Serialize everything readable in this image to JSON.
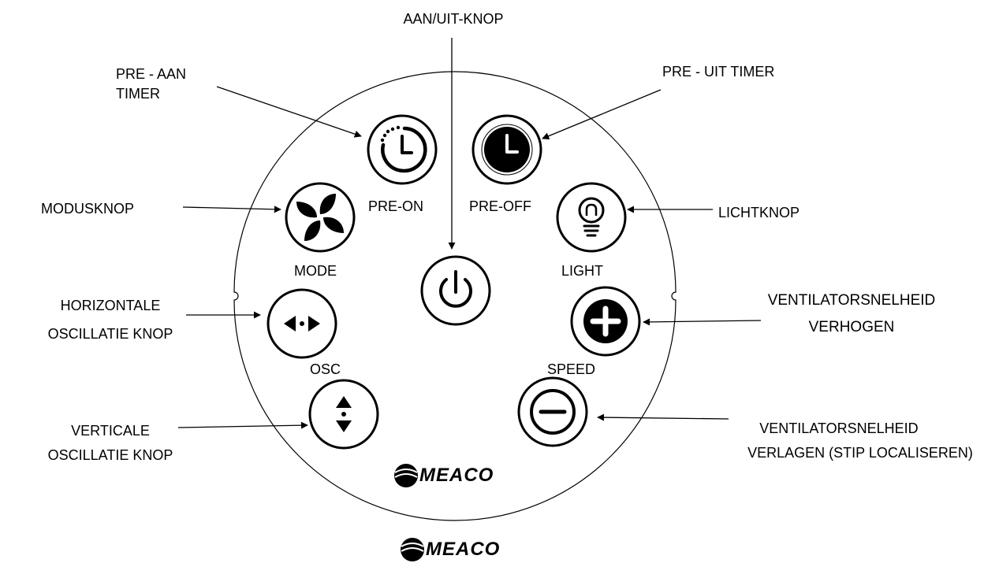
{
  "callouts": {
    "power": "AAN/UIT-KNOP",
    "pre_on": [
      "PRE - AAN",
      "TIMER"
    ],
    "pre_off": "PRE - UIT TIMER",
    "mode": "MODUSKNOP",
    "light": "LICHTKNOP",
    "horizontal_osc": [
      "HORIZONTALE",
      "OSCILLATIE KNOP"
    ],
    "speed_up": [
      "VENTILATORSNELHEID",
      "VERHOGEN"
    ],
    "vertical_osc": [
      "VERTICALE",
      "OSCILLATIE KNOP"
    ],
    "speed_down": [
      "VENTILATORSNELHEID",
      "VERLAGEN (STIP LOCALISEREN)"
    ]
  },
  "panel": {
    "pre_on_label": "PRE-ON",
    "pre_off_label": "PRE-OFF",
    "mode_label": "MODE",
    "light_label": "LIGHT",
    "osc_label": "OSC",
    "speed_label": "SPEED",
    "brand": "MEACO"
  },
  "footer_brand": "MEACO",
  "icons": {
    "pre_on": "clock-dotted-icon",
    "pre_off": "clock-filled-icon",
    "mode": "fan-icon",
    "light": "bulb-icon",
    "power": "power-icon",
    "horizontal_osc": "horizontal-arrows-icon",
    "speed_up": "plus-icon",
    "vertical_osc": "vertical-arrows-icon",
    "speed_down": "minus-icon",
    "brand": "meaco-logo-icon"
  }
}
